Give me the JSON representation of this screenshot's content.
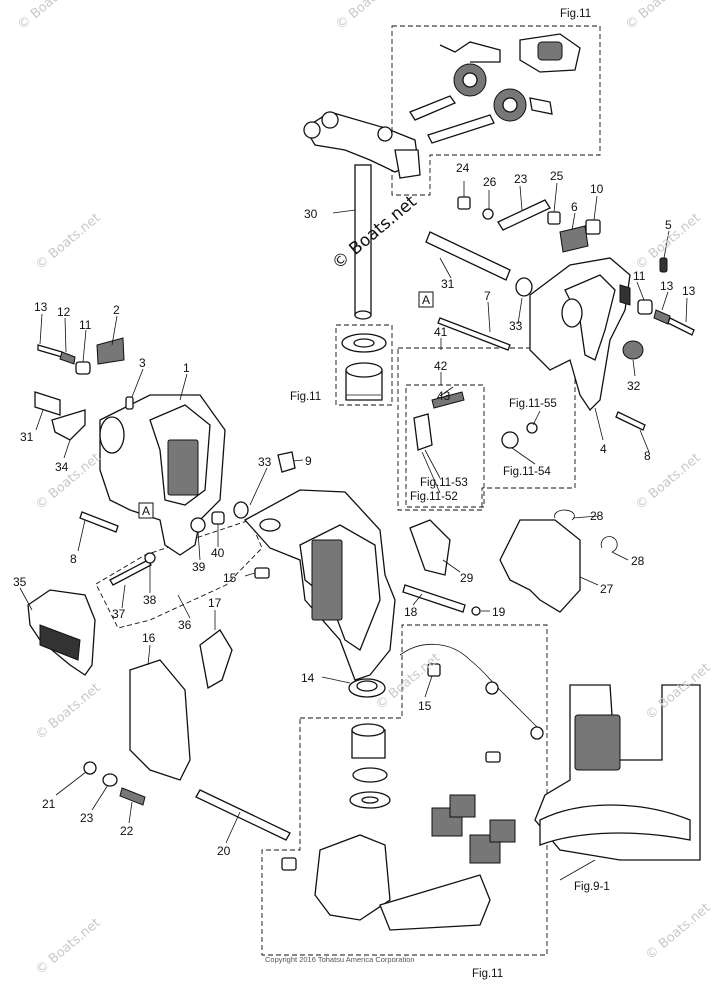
{
  "watermark": "© Boats.net",
  "copyright": "Copyright 2016 Tohatsu America Corporation",
  "box_letter": "A",
  "callouts": [
    {
      "id": "fig11-top",
      "text": "Fig.11"
    },
    {
      "id": "fig11-mid",
      "text": "Fig.11"
    },
    {
      "id": "fig11-bottom",
      "text": "Fig.11"
    },
    {
      "id": "fig9-1",
      "text": "Fig.9-1"
    },
    {
      "id": "fig11-55",
      "text": "Fig.11-55"
    },
    {
      "id": "fig11-54",
      "text": "Fig.11-54"
    },
    {
      "id": "fig11-53",
      "text": "Fig.11-53"
    },
    {
      "id": "fig11-52",
      "text": "Fig.11-52"
    }
  ],
  "part_numbers": [
    "1",
    "2",
    "3",
    "4",
    "5",
    "6",
    "7",
    "8",
    "8",
    "8",
    "9",
    "10",
    "11",
    "11",
    "12",
    "12",
    "13",
    "13",
    "14",
    "15",
    "15",
    "16",
    "17",
    "18",
    "19",
    "20",
    "21",
    "22",
    "23",
    "24",
    "25",
    "25",
    "26",
    "27",
    "28",
    "28",
    "29",
    "30",
    "31",
    "31",
    "32",
    "33",
    "33",
    "34",
    "35",
    "36",
    "37",
    "38",
    "39",
    "40",
    "41",
    "42",
    "43"
  ]
}
